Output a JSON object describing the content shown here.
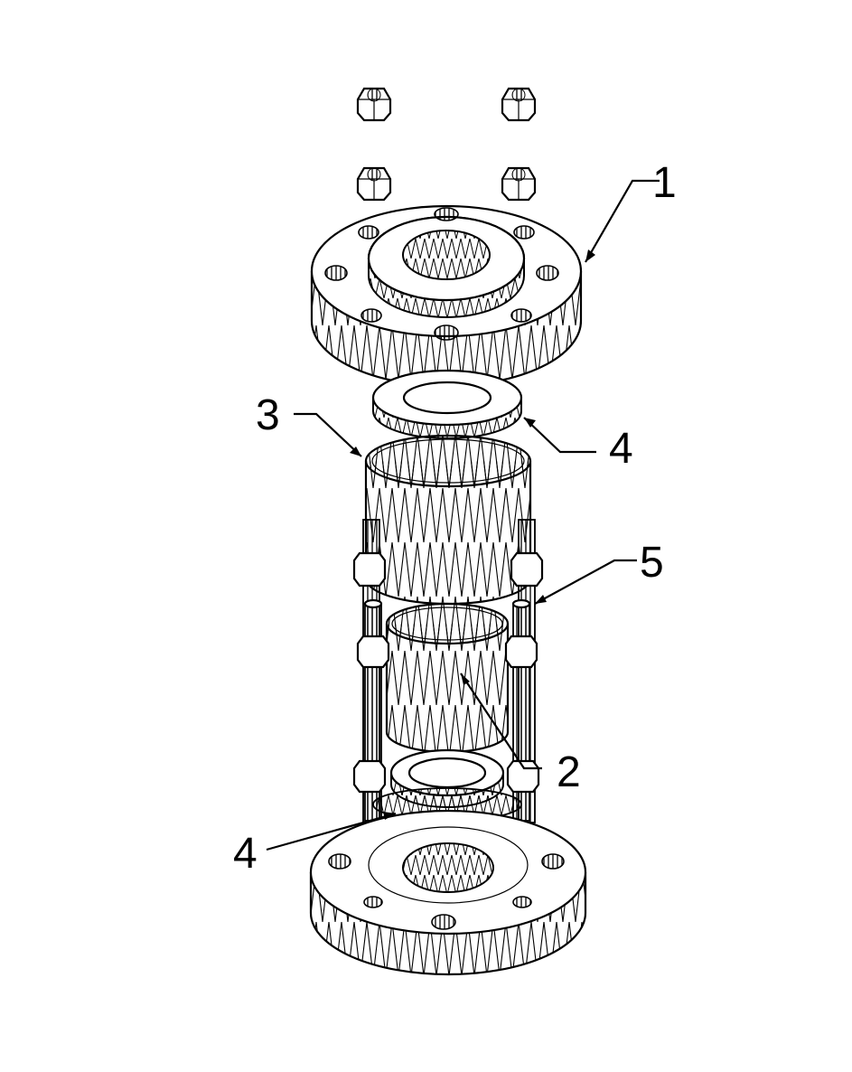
{
  "diagram": {
    "type": "exploded-assembly",
    "colors": {
      "ink": "#000000",
      "paper": "#ffffff"
    },
    "callouts": [
      {
        "id": "flange-top",
        "label": "1"
      },
      {
        "id": "pipe-inner",
        "label": "2"
      },
      {
        "id": "pipe-outer",
        "label": "3"
      },
      {
        "id": "gasket-top",
        "label": "4"
      },
      {
        "id": "gasket-bottom",
        "label": "4"
      },
      {
        "id": "stud-rod",
        "label": "5"
      }
    ],
    "icons": [
      "hex-nut-icon",
      "flange-icon",
      "gasket-icon",
      "cylinder-icon",
      "stud-rod-icon"
    ]
  }
}
